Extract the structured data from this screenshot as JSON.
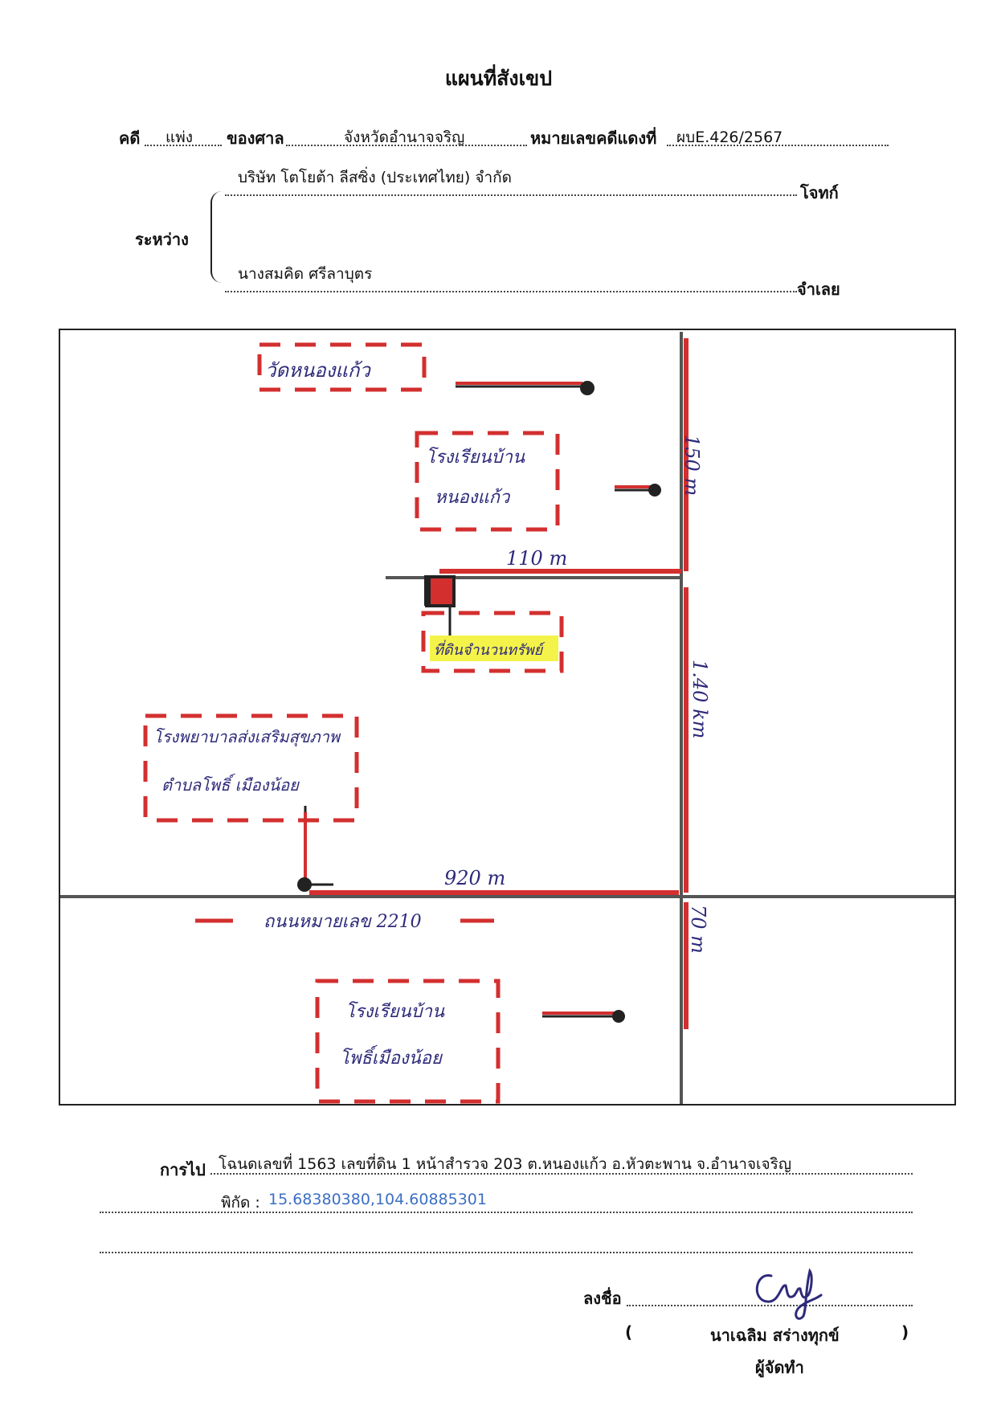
{
  "title": "แผนที่สังเขป",
  "case": {
    "case_label": "คดี",
    "case_type": "แพ่ง",
    "court_label": "ของศาล",
    "court": "จังหวัดอำนาจจริญ",
    "red_no_label": "หมายเลขคดีแดงที่",
    "red_no": "ผบE.426/2567"
  },
  "parties": {
    "between_label": "ระหว่าง",
    "plaintiff": "บริษัท โตโยต้า ลีสซิ่ง (ประเทศไทย) จำกัด",
    "plaintiff_label": "โจทก์",
    "defendant": "นางสมคิด ศรีลาบุตร",
    "defendant_label": "จำเลย"
  },
  "map": {
    "wat": "วัดหนองแก้ว",
    "school1_line1": "โรงเรียนบ้าน",
    "school1_line2": "หนองแก้ว",
    "dist_150": "150 m",
    "dist_110": "110 m",
    "target": "ที่ดินจำนวนทรัพย์",
    "dist_140": "1.40 km",
    "hospital_line1": "โรงพยาบาลส่งเสริมสุขภาพ",
    "hospital_line2": "ตำบลโพธิ์ เมืองน้อย",
    "dist_920": "920 m",
    "road": "ถนนหมายเลข 2210",
    "dist_70": "70 m",
    "school2_line1": "โรงเรียนบ้าน",
    "school2_line2": "โพธิ์เมืองน้อย"
  },
  "directions": {
    "label": "การไป",
    "text": "โฉนดเลขที่   1563  เลขที่ดิน  1  หน้าสำรวจ  203  ต.หนองแก้ว  อ.หัวตะพาน  จ.อำนาจเจริญ",
    "coord_label": "พิกัด :",
    "coord": "15.68380380,104.60885301"
  },
  "signature": {
    "sign_label": "ลงชื่อ",
    "open_paren": "(",
    "name": "นาเฉลิม สร่างทุกข์",
    "close_paren": ")",
    "role": "ผู้จัดทำ"
  },
  "colors": {
    "red": "#d32f2f",
    "ink": "#2e2a7a",
    "road": "#555555",
    "highlight": "#f4f34a"
  }
}
